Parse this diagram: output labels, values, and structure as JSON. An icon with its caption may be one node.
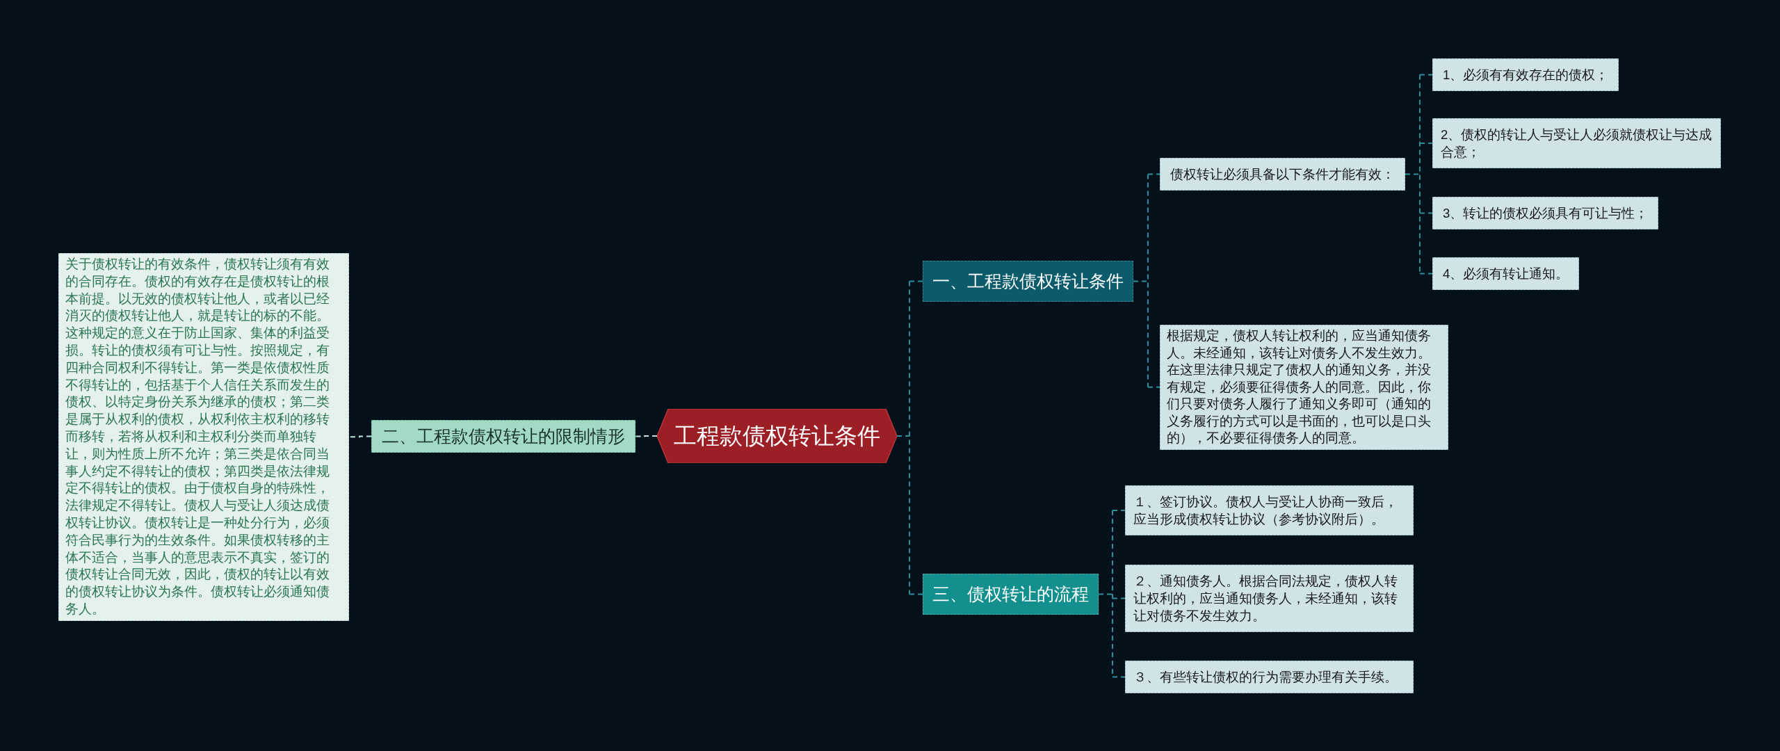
{
  "diagram": {
    "nodes": [
      {
        "text": [
          "工程款债权转让条件"
        ]
      },
      {
        "text": [
          "二、工程款债权转让的限制情形"
        ]
      },
      {
        "text": [
          "关于债权转让的有效条件，债权转让须有有效的合同存在。债权的有效存在是债权转让的根本前提。以无效的债权转让他人，或者以已经消灭的债权转让他人，就是转让的标的不能。这种规定的意义在于防止国家、集体的利益受损。转让的债权须有可让与性。按照规定，有四种合同权利不得转让。第一类是依债权性质不得转让的，包括基于个人信任关系而发生的债权、以特定身份关系为继承的债权；第二类是属于从权利的债权，从权利依主权利的移转而移转，若将从权利和主权利分类而单独转让，则为性质上所不允许；第三类是依合同当事人约定不得转让的债权；第四类是依法律规定不得转让的债权。由于债权自身的特殊性，法律规定不得转让。债权人与受让人须达成债权转让协议。债权转让是一种处分行为，必须符合民事行为的生效条件。如果债权转移的主体不适合，当事人的意思表示不真实，签订的债权转让合同无效，因此，债权的转让以有效的债权转让协议为条件。债权转让必须通知债务人。"
        ]
      },
      {
        "text": [
          "一、工程款债权转让条件"
        ]
      },
      {
        "text": [
          "债权转让必须具备以下条件才能有效："
        ]
      },
      {
        "text": [
          "1、必须有有效存在的债权；"
        ]
      },
      {
        "text": [
          "2、债权的转让人与受让人必须就债权让与达成合意；"
        ]
      },
      {
        "text": [
          "3、转让的债权必须具有可让与性；"
        ]
      },
      {
        "text": [
          "4、必须有转让通知。"
        ]
      },
      {
        "text": [
          "根据规定，债权人转让权利的，应当通知债务人。未经通知，该转让对债务人不发生效力。在这里法律只规定了债权人的通知义务，并没有规定，必须要征得债务人的同意。因此，你们只要对债务人履行了通知义务即可（通知的义务履行的方式可以是书面的，也可以是口头的），不必要征得债务人的同意。"
        ]
      },
      {
        "text": [
          "三、债权转让的流程"
        ]
      },
      {
        "text": [
          "１、签订协议。债权人与受让人协商一致后，应当形成债权转让协议（参考协议附后）。"
        ]
      },
      {
        "text": [
          "２、通知债务人。根据合同法规定，债权人转让权利的，应当通知债务人，未经通知，该转让对债务不发生效力。"
        ]
      },
      {
        "text": [
          "３、有些转让债权的行为需要办理有关手续。"
        ]
      }
    ],
    "edges": [
      {
        "from": 0,
        "to": 1,
        "arrow": "none",
        "color": "#bfe3d7"
      },
      {
        "from": 1,
        "to": 2,
        "arrow": "none",
        "color": "#bfe3d7"
      },
      {
        "from": 0,
        "to": 3,
        "arrow": "none"
      },
      {
        "from": 3,
        "to": 4,
        "arrow": "none"
      },
      {
        "from": 4,
        "to": 5,
        "arrow": "none"
      },
      {
        "from": 4,
        "to": 6,
        "arrow": "none"
      },
      {
        "from": 4,
        "to": 7,
        "arrow": "none"
      },
      {
        "from": 4,
        "to": 8,
        "arrow": "none"
      },
      {
        "from": 3,
        "to": 9,
        "arrow": "none"
      },
      {
        "from": 0,
        "to": 10,
        "arrow": "none"
      },
      {
        "from": 10,
        "to": 11,
        "arrow": "none"
      },
      {
        "from": 10,
        "to": 12,
        "arrow": "none"
      },
      {
        "from": 10,
        "to": 13,
        "arrow": "none"
      }
    ]
  }
}
